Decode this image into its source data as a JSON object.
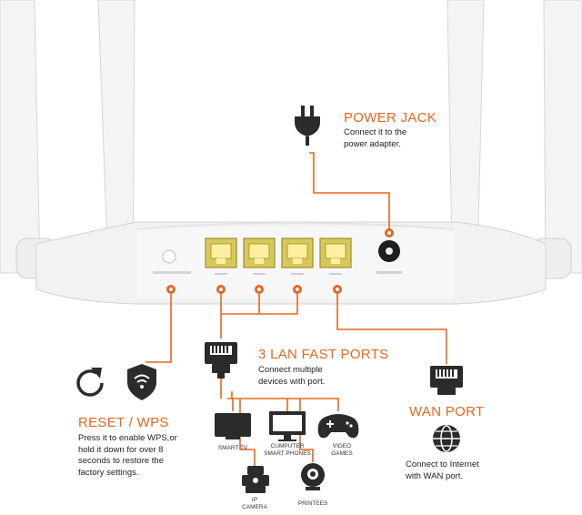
{
  "callouts": {
    "power": {
      "title": "POWER JACK",
      "desc": "Connect it to the\npower adapter."
    },
    "lan": {
      "title": "3 LAN FAST PORTS",
      "desc": "Connect multiple\ndevices with port."
    },
    "reset": {
      "title": "RESET / WPS",
      "desc": "Press it to enable WPS,or\nhold it down for over 8\nseconds to restore the\nfactory settings."
    },
    "wan": {
      "title": "WAN PORT",
      "desc": "Connect to Internet\nwith WAN port."
    }
  },
  "devices": [
    {
      "name": "smart-tv",
      "label": "SMART TV",
      "icon": "tv-icon"
    },
    {
      "name": "computer",
      "label": "CUMPUTER\nSMART PHONES",
      "icon": "monitor-icon"
    },
    {
      "name": "video-games",
      "label": "VIDEO\nGAMES",
      "icon": "gamepad-icon"
    },
    {
      "name": "ip-camera",
      "label": "IP\nCAMERA",
      "icon": "ip-camera-icon"
    },
    {
      "name": "printees",
      "label": "PRINTEES",
      "icon": "webcam-icon"
    }
  ],
  "colors": {
    "accent": "#e8661f",
    "lines": "#e8661f",
    "icons": "#2b2b2b",
    "port": "#d8c85a"
  }
}
